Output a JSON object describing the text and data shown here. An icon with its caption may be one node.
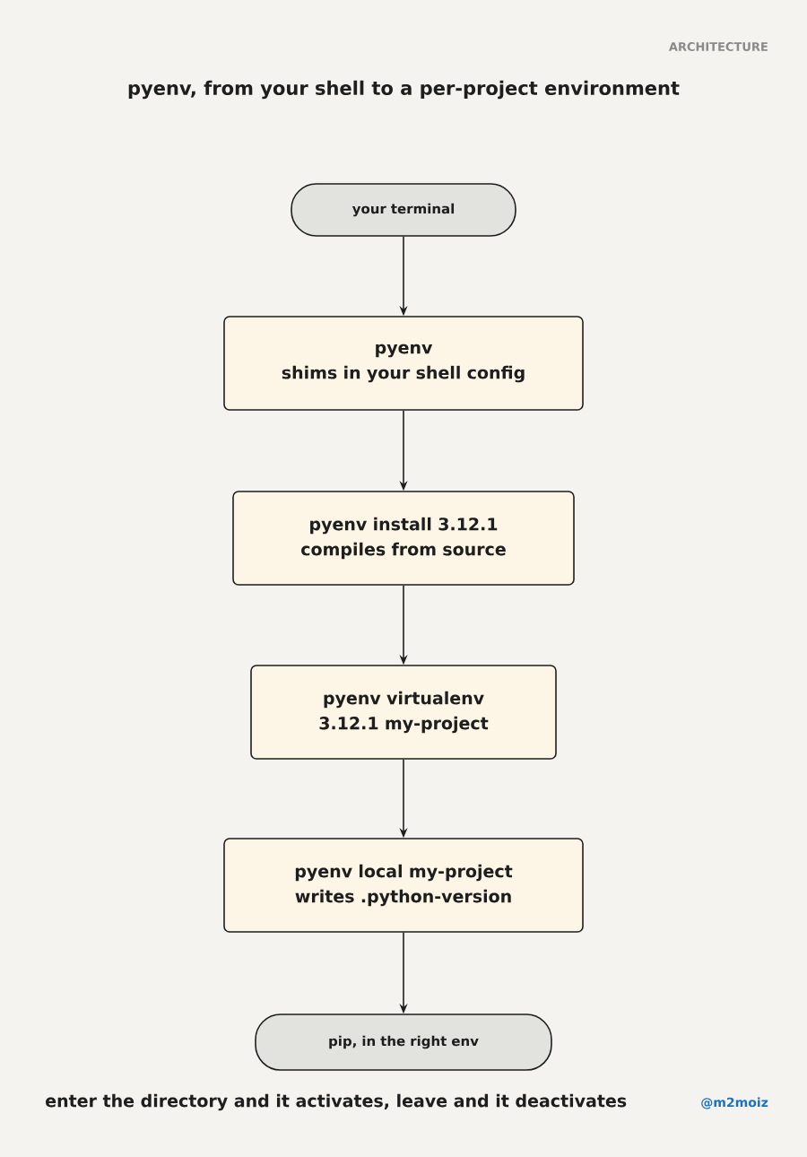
{
  "diagram": {
    "title": "pyenv, from your shell to a per-project environment",
    "nodes": [
      {
        "text": [
          "your terminal"
        ]
      },
      {
        "text": [
          "pyenv",
          "shims in your shell config"
        ]
      },
      {
        "text": [
          "pyenv install 3.12.1",
          "compiles from source"
        ]
      },
      {
        "text": [
          "pyenv virtualenv 3.12.1 my-project"
        ]
      },
      {
        "text": [
          "pyenv local my-project",
          "writes .python-version"
        ]
      },
      {
        "text": [
          "pip, in the right env"
        ]
      }
    ],
    "edges": [
      {
        "from": 0,
        "to": 1,
        "arrow": "to"
      },
      {
        "from": 1,
        "to": 2,
        "arrow": "to"
      },
      {
        "from": 2,
        "to": 3,
        "arrow": "to"
      },
      {
        "from": 3,
        "to": 4,
        "arrow": "to"
      },
      {
        "from": 4,
        "to": 5,
        "arrow": "to"
      }
    ],
    "labels": [
      "ARCHITECTURE",
      "enter the directory and it activates, leave and it deactivates",
      "@m2moiz"
    ]
  }
}
